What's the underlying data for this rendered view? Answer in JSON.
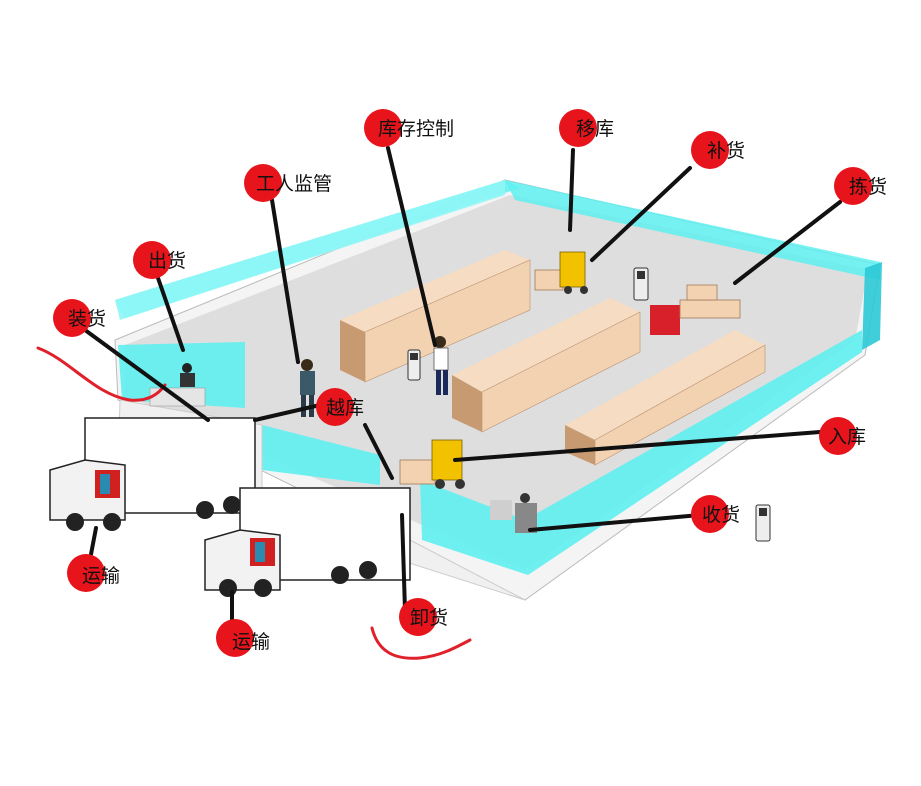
{
  "labels": {
    "inventory_control": "库存控制",
    "transfer": "移库",
    "replenish": "补货",
    "picking": "拣货",
    "labor_supervision": "工人监管",
    "shipping": "出货",
    "loading": "装货",
    "cross_docking": "越库",
    "putaway": "入库",
    "receiving": "收货",
    "transport_1": "运输",
    "transport_2": "运输",
    "unloading": "卸货"
  },
  "colors": {
    "dot": "#e8141c",
    "leader": "#111111",
    "glass": "#5ff0f0",
    "glass_dark": "#2bc9d6",
    "floor": "#dcdcdc",
    "box": "#f3d2b2",
    "box_dark": "#c79a72",
    "scribble": "#e0202a",
    "forklift": "#f2c200"
  }
}
